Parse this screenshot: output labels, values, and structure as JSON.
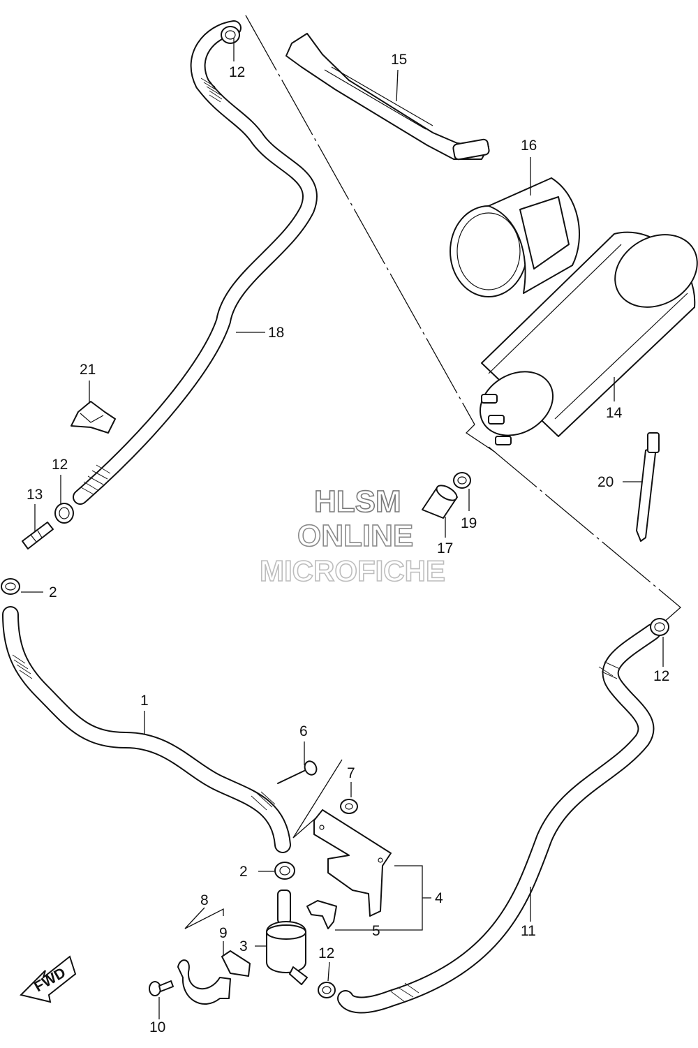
{
  "watermark": {
    "line1": "HLSM",
    "line2": "ONLINE",
    "line3": "MICROFICHE"
  },
  "fwd_label": "FWD",
  "callouts": {
    "c1": "1",
    "c2a": "2",
    "c2b": "2",
    "c3": "3",
    "c4": "4",
    "c5": "5",
    "c6": "6",
    "c7": "7",
    "c8": "8",
    "c9": "9",
    "c10": "10",
    "c11": "11",
    "c12a": "12",
    "c12b": "12",
    "c12c": "12",
    "c12d": "12",
    "c13": "13",
    "c14": "14",
    "c15": "15",
    "c16": "16",
    "c17": "17",
    "c18": "18",
    "c19": "19",
    "c20": "20",
    "c21": "21"
  }
}
